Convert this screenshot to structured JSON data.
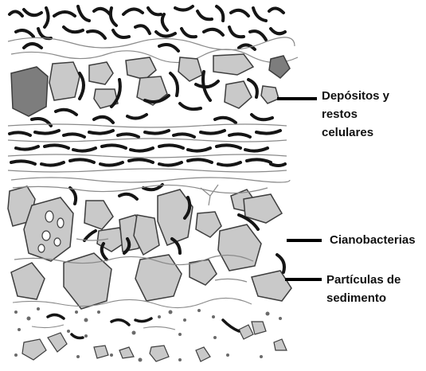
{
  "diagram": {
    "labels": {
      "deposits": "Depósitos y restos\ncelulares",
      "cyanobacteria": "Cianobacterias",
      "sediment": "Partículas de\nsedimento"
    },
    "colors": {
      "filament": "#151515",
      "particle_fill": "#c9c9c9",
      "particle_dark": "#7d7d7d",
      "particle_stroke": "#3d3d3d",
      "thin_line": "#8a8a8a",
      "leader": "#000000"
    }
  }
}
